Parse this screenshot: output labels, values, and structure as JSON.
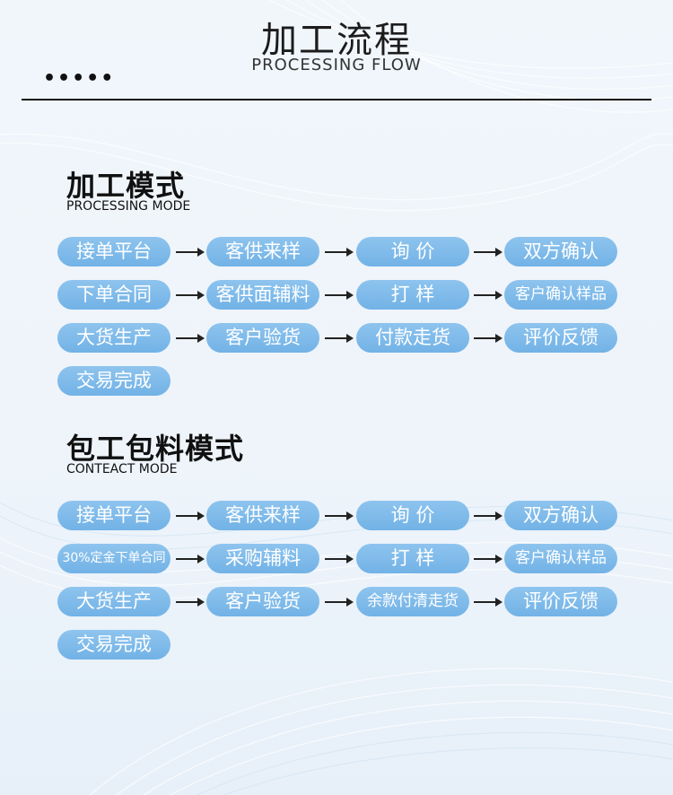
{
  "header": {
    "title": "加工流程",
    "subtitle": "PROCESSING FLOW",
    "dots": "•••••"
  },
  "sections": [
    {
      "title": "加工模式",
      "subtitle": "PROCESSING MODE",
      "rows": [
        [
          "接单平台",
          "客供来样",
          "询 价",
          "双方确认"
        ],
        [
          "下单合同",
          "客供面辅料",
          "打 样",
          "客户确认样品"
        ],
        [
          "大货生产",
          "客户验货",
          "付款走货",
          "评价反馈"
        ],
        [
          "交易完成"
        ]
      ]
    },
    {
      "title": "包工包料模式",
      "subtitle": "CONTEACT MODE",
      "rows": [
        [
          "接单平台",
          "客供来样",
          "询 价",
          "双方确认"
        ],
        [
          "30%定金下单合同",
          "采购辅料",
          "打 样",
          "客户确认样品"
        ],
        [
          "大货生产",
          "客户验货",
          "余款付清走货",
          "评价反馈"
        ],
        [
          "交易完成"
        ]
      ]
    }
  ],
  "colors": {
    "pill": "#7ab8e8",
    "text": "#111111",
    "background": "#eef4fa"
  }
}
